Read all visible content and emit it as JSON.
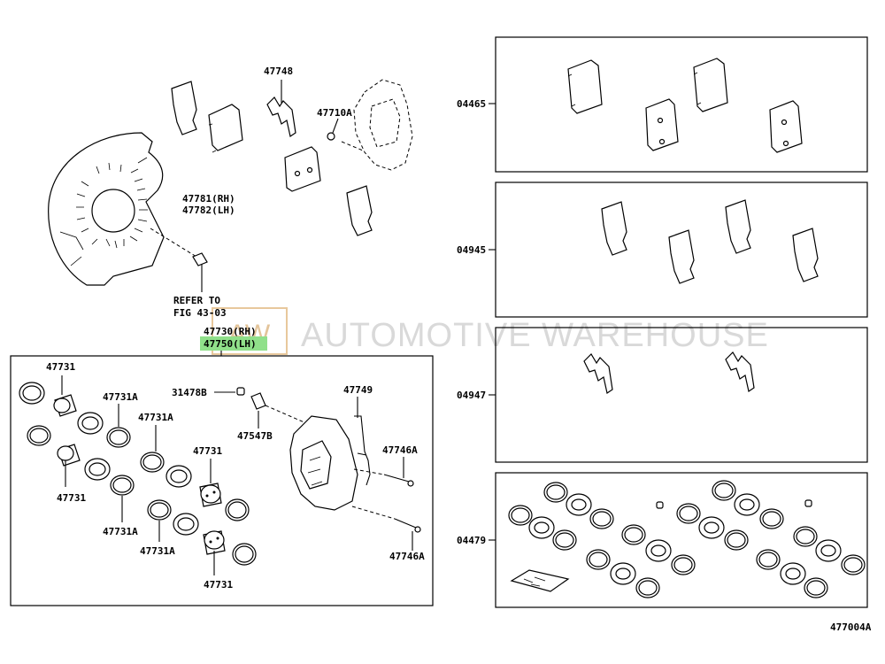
{
  "labels": {
    "p47748": "47748",
    "p47710a": "47710A",
    "p47781": "47781(RH)",
    "p47782": "47782(LH)",
    "refer1": "REFER TO",
    "refer2": "FIG 43-03",
    "p47730": "47730(RH)",
    "p47750": "47750(LH)",
    "p47731_a": "47731",
    "p47731a_a": "47731A",
    "p47731a_b": "47731A",
    "p47731_b": "47731",
    "p47731_c": "47731",
    "p47731a_c": "47731A",
    "p47731a_d": "47731A",
    "p47731_d": "47731",
    "p31478b": "31478B",
    "p47547b": "47547B",
    "p47749": "47749",
    "p47746a_a": "47746A",
    "p47746a_b": "47746A",
    "k04465": "04465",
    "k04945": "04945",
    "k04947": "04947",
    "k04479": "04479",
    "figcode": "477004A"
  },
  "watermark": {
    "logo": "AW",
    "text": "AUTOMOTIVE WAREHOUSE"
  },
  "colors": {
    "highlight": "#90e08a",
    "watermark": "#d9d9d9",
    "logo": "#e3c49a"
  }
}
